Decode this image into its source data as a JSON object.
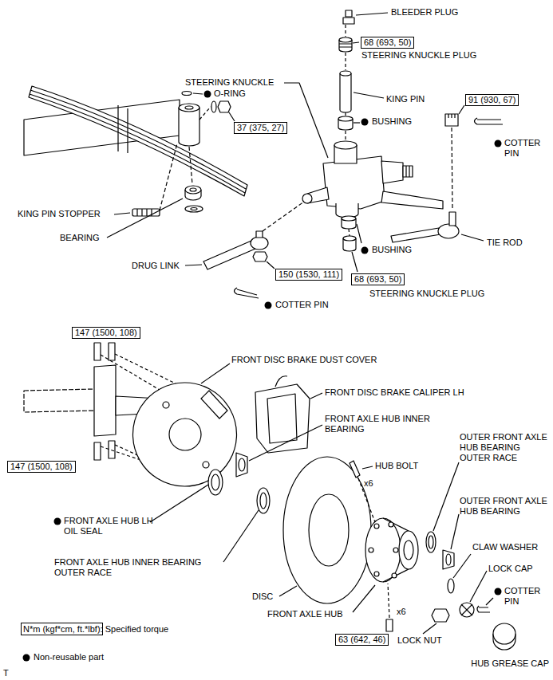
{
  "diagram": {
    "nodes": [
      {
        "text": [
          "68 (693, 50)"
        ]
      },
      {
        "text": [
          "37 (375, 27)"
        ]
      },
      {
        "text": [
          "91 (930, 67)"
        ]
      },
      {
        "text": [
          "150 (1530, 111)"
        ]
      },
      {
        "text": [
          "68 (693, 50)"
        ]
      },
      {
        "text": [
          "147 (1500, 108)"
        ]
      },
      {
        "text": [
          "147 (1500, 108)"
        ]
      },
      {
        "text": [
          "63 (642, 46)"
        ]
      }
    ],
    "edges": [],
    "labels": [
      "BLEEDER PLUG",
      "STEERING KNUCKLE PLUG",
      "STEERING KNUCKLE",
      "O-RING",
      "KING PIN",
      "BUSHING",
      "COTTER PIN",
      "KING PIN STOPPER",
      "BEARING",
      "TIE ROD",
      "BUSHING",
      "DRUG LINK",
      "STEERING KNUCKLE PLUG",
      "COTTER PIN",
      "FRONT DISC BRAKE DUST COVER",
      "FRONT DISC BRAKE CALIPER LH",
      "FRONT AXLE HUB INNER BEARING",
      "OUTER FRONT AXLE HUB BEARING OUTER RACE",
      "HUB BOLT",
      "x6",
      "OUTER FRONT AXLE HUB BEARING",
      "FRONT AXLE HUB LH OIL SEAL",
      "CLAW WASHER",
      "LOCK CAP",
      "FRONT AXLE HUB INNER BEARING OUTER RACE",
      "COTTER PIN",
      "DISC",
      "x6",
      "FRONT AXLE HUB",
      "LOCK NUT",
      "HUB GREASE CAP",
      "T"
    ],
    "legend": [
      {
        "text": "N*m (kgf*cm, ft.*lbf): Specified torque"
      },
      {
        "text": "Non-reusable part"
      }
    ]
  }
}
